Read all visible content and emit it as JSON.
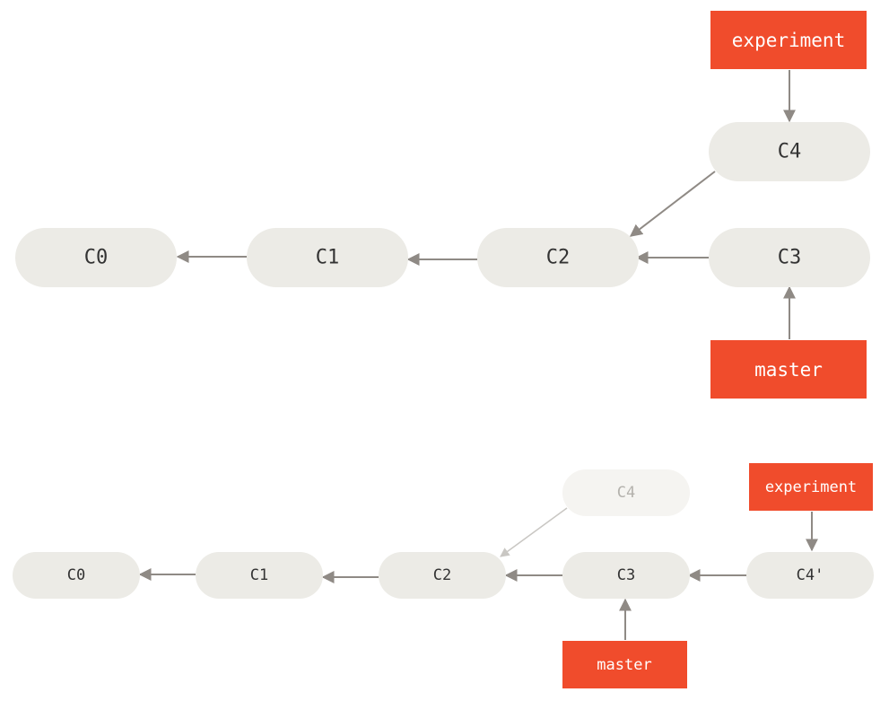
{
  "colors": {
    "commit_fill": "#ecebe6",
    "commit_text": "#333333",
    "faded_commit_fill": "#f5f4f1",
    "faded_commit_text": "#b4b2ad",
    "branch_fill": "#f04c2c",
    "branch_text": "#ffffff",
    "arrow": "#8f8a85",
    "faded_arrow": "#c9c7c3"
  },
  "before": {
    "commits": [
      {
        "id": "C0",
        "label": "C0"
      },
      {
        "id": "C1",
        "label": "C1"
      },
      {
        "id": "C2",
        "label": "C2"
      },
      {
        "id": "C3",
        "label": "C3"
      },
      {
        "id": "C4",
        "label": "C4"
      }
    ],
    "branches": [
      {
        "name": "experiment",
        "label": "experiment",
        "points_to": "C4"
      },
      {
        "name": "master",
        "label": "master",
        "points_to": "C3"
      }
    ],
    "parent_links": [
      {
        "from": "C1",
        "to": "C0"
      },
      {
        "from": "C2",
        "to": "C1"
      },
      {
        "from": "C3",
        "to": "C2"
      },
      {
        "from": "C4",
        "to": "C2"
      }
    ]
  },
  "after": {
    "commits": [
      {
        "id": "C0",
        "label": "C0",
        "faded": false
      },
      {
        "id": "C1",
        "label": "C1",
        "faded": false
      },
      {
        "id": "C2",
        "label": "C2",
        "faded": false
      },
      {
        "id": "C3",
        "label": "C3",
        "faded": false
      },
      {
        "id": "C4",
        "label": "C4",
        "faded": true
      },
      {
        "id": "C4p",
        "label": "C4'",
        "faded": false
      }
    ],
    "branches": [
      {
        "name": "experiment",
        "label": "experiment",
        "points_to": "C4'"
      },
      {
        "name": "master",
        "label": "master",
        "points_to": "C3"
      }
    ],
    "parent_links": [
      {
        "from": "C1",
        "to": "C0",
        "faded": false
      },
      {
        "from": "C2",
        "to": "C1",
        "faded": false
      },
      {
        "from": "C3",
        "to": "C2",
        "faded": false
      },
      {
        "from": "C4'",
        "to": "C3",
        "faded": false
      },
      {
        "from": "C4",
        "to": "C2",
        "faded": true
      }
    ]
  }
}
